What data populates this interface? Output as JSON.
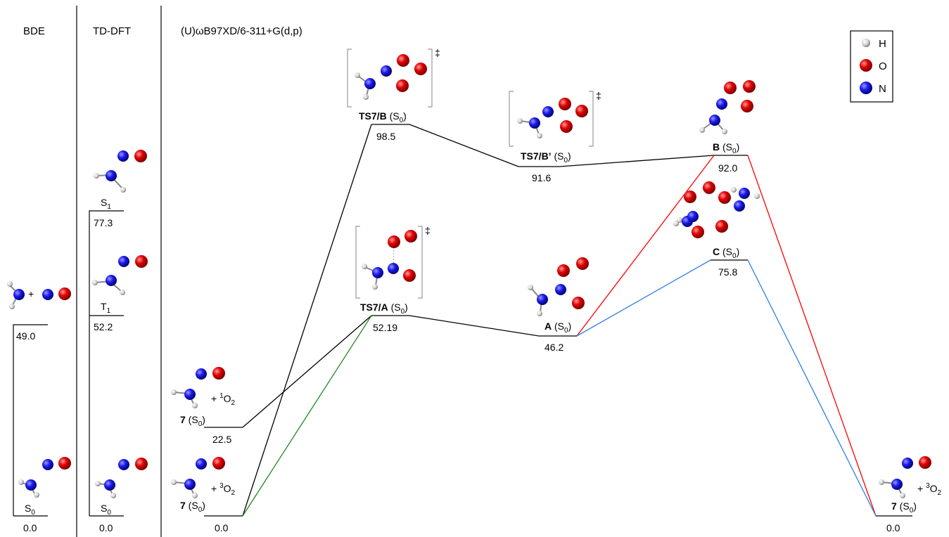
{
  "headers": {
    "bde": "BDE",
    "tddft": "TD-DFT",
    "method": "(U)ωB97XD/6-311+G(d,p)"
  },
  "legend": [
    {
      "symbol": "H",
      "color": "#cfcfcf"
    },
    {
      "symbol": "O",
      "color": "#e00000"
    },
    {
      "symbol": "N",
      "color": "#1a1aee"
    }
  ],
  "bde": {
    "products_plus": "+",
    "upper_value": "49.0",
    "lower_state": "S",
    "lower_sub": "0",
    "lower_value": "0.0"
  },
  "tddft": {
    "s1_state": "S",
    "s1_sub": "1",
    "s1_value": "77.3",
    "t1_state": "T",
    "t1_sub": "1",
    "t1_value": "52.2",
    "s0_state": "S",
    "s0_sub": "0",
    "s0_value": "0.0"
  },
  "states": {
    "r_singlet": {
      "label": "7",
      "state": " (S",
      "sub": "0",
      "close": ")",
      "partner": "+ ",
      "sup": "1",
      "mol": "O",
      "molsub": "2",
      "value": "22.5"
    },
    "r_triplet": {
      "label": "7",
      "state": " (S",
      "sub": "0",
      "close": ")",
      "partner": "+ ",
      "sup": "3",
      "mol": "O",
      "molsub": "2",
      "value": "0.0"
    },
    "ts7b": {
      "label": "TS7/B",
      "state": " (S",
      "sub": "0",
      "close": ")",
      "value": "98.5",
      "dagger": "‡"
    },
    "ts7bp": {
      "label": "TS7/B’",
      "state": " (S",
      "sub": "0",
      "close": ")",
      "value": "91.6",
      "dagger": "‡"
    },
    "ts7a": {
      "label": "TS7/A",
      "state": " (S",
      "sub": "0",
      "close": ")",
      "value": "52.19",
      "dagger": "‡"
    },
    "A": {
      "label": "A",
      "state": " (S",
      "sub": "0",
      "close": ")",
      "value": "46.2"
    },
    "B": {
      "label": "B",
      "state": " (S",
      "sub": "0",
      "close": ")",
      "value": "92.0"
    },
    "C": {
      "label": "C",
      "state": " (S",
      "sub": "0",
      "close": ")",
      "value": "75.8"
    },
    "p_triplet": {
      "label": "7",
      "state": " (S",
      "sub": "0",
      "close": ")",
      "partner": "+ ",
      "sup": "3",
      "mol": "O",
      "molsub": "2",
      "value": "0.0"
    }
  },
  "colors": {
    "black_path": "#000000",
    "red_path": "#ff0000",
    "blue_path": "#2f7fe6",
    "green_path": "#1f8a1f"
  }
}
